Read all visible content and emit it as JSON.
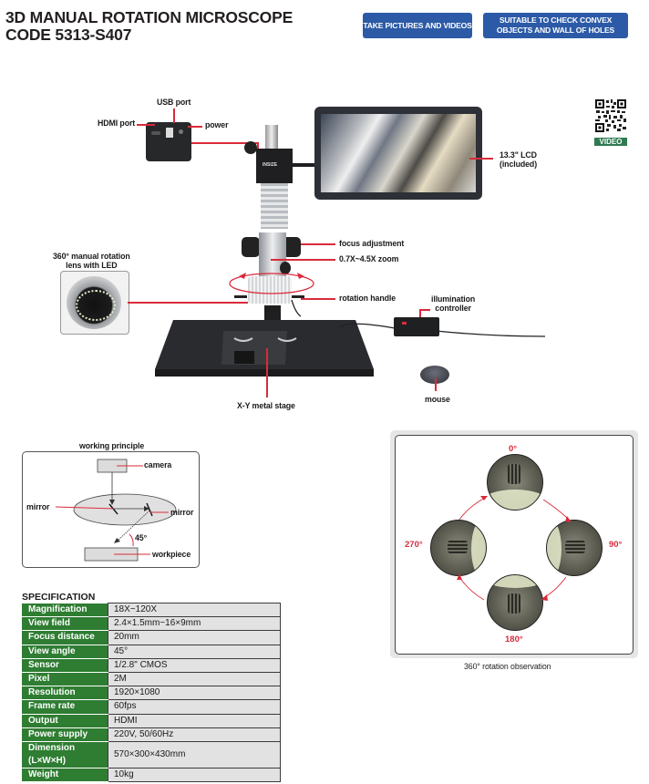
{
  "header": {
    "title_line1": "3D MANUAL ROTATION MICROSCOPE",
    "title_line2": "CODE 5313-S407",
    "badges": [
      "TAKE PICTURES AND VIDEOS",
      "SUITABLE TO CHECK CONVEX OBJECTS AND WALL OF HOLES"
    ],
    "badge_color": "#2c5aa6"
  },
  "qr": {
    "label": "VIDEO",
    "icon": "qr-code-icon"
  },
  "product_callouts": {
    "usb_port": "USB port",
    "hdmi_port": "HDMI port",
    "power": "power",
    "lcd_line1": "13.3\" LCD",
    "lcd_line2": "(included)",
    "lens_line1": "360° manual rotation",
    "lens_line2": "lens with LED",
    "focus_adjustment": "focus adjustment",
    "zoom": "0.7X~4.5X zoom",
    "rotation_handle": "rotation handle",
    "illumination_line1": "illumination",
    "illumination_line2": "controller",
    "stage": "X-Y metal stage",
    "mouse": "mouse",
    "brand_logo": "INSIZE",
    "accent_color": "#d92b3a"
  },
  "working_principle": {
    "title": "working principle",
    "camera": "camera",
    "mirror_left": "mirror",
    "mirror_right": "mirror",
    "angle": "45°",
    "workpiece": "workpiece"
  },
  "specification": {
    "title": "SPECIFICATION",
    "header_color": "#2e7d32",
    "rows": [
      {
        "key": "Magnification",
        "value": "18X~120X"
      },
      {
        "key": "View field",
        "value": "2.4×1.5mm~16×9mm"
      },
      {
        "key": "Focus distance",
        "value": "20mm"
      },
      {
        "key": "View angle",
        "value": "45°"
      },
      {
        "key": "Sensor",
        "value": "1/2.8\" CMOS"
      },
      {
        "key": "Pixel",
        "value": "2M"
      },
      {
        "key": "Resolution",
        "value": "1920×1080"
      },
      {
        "key": "Frame rate",
        "value": "60fps"
      },
      {
        "key": "Output",
        "value": "HDMI"
      },
      {
        "key": "Power supply",
        "value": "220V, 50/60Hz"
      },
      {
        "key": "Dimension (L×W×H)",
        "value": "570×300×430mm"
      },
      {
        "key": "Weight",
        "value": "10kg"
      }
    ]
  },
  "rotation_observation": {
    "caption": "360° rotation observation",
    "angles": [
      "0°",
      "90°",
      "180°",
      "270°"
    ]
  }
}
